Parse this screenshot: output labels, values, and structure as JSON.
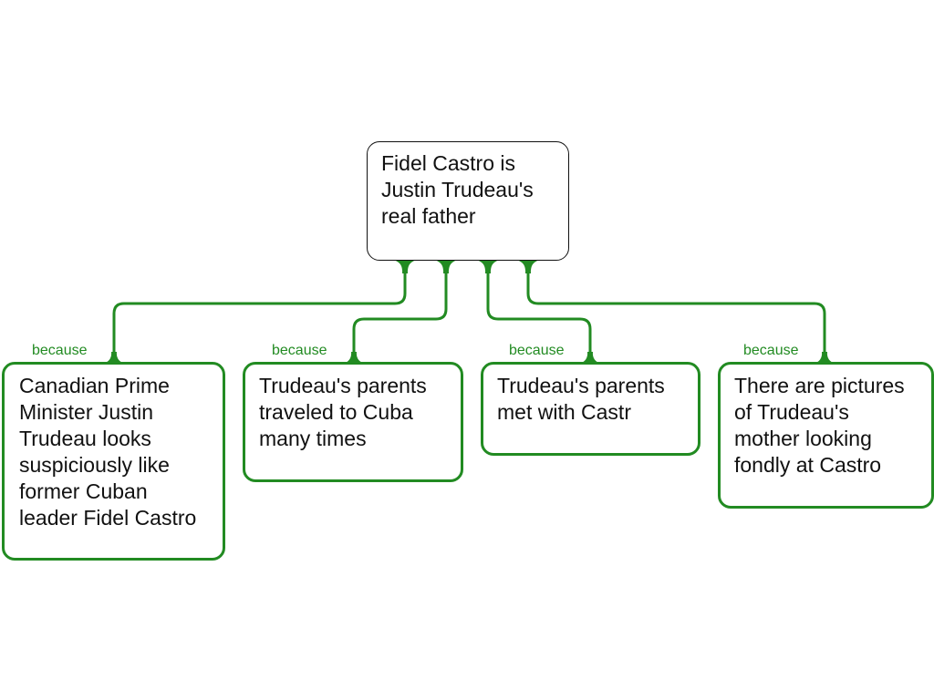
{
  "colors": {
    "link": "#228b22",
    "claim_border": "#111111",
    "text": "#111111"
  },
  "claim": {
    "text": "Fidel Castro is Justin Trudeau's real father"
  },
  "reasons": [
    {
      "label": "because",
      "text": "Canadian Prime Minister Justin Trudeau looks suspiciously like former Cuban leader Fidel Castro"
    },
    {
      "label": "because",
      "text": "Trudeau's parents traveled to Cuba many times"
    },
    {
      "label": "because",
      "text": "Trudeau's parents met with Castr"
    },
    {
      "label": "because",
      "text": "There are pictures of Trudeau's mother looking fondly at Castro"
    }
  ]
}
